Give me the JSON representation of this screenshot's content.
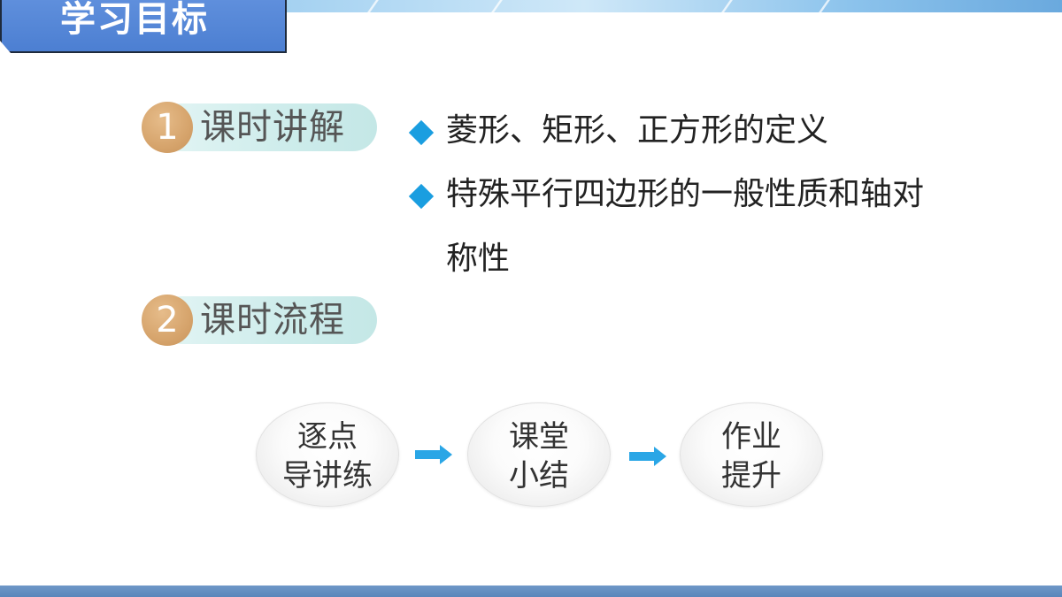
{
  "header": {
    "title": "学习目标"
  },
  "sections": [
    {
      "number": "1",
      "label": "课时讲解"
    },
    {
      "number": "2",
      "label": "课时流程"
    }
  ],
  "bullets": [
    {
      "text": "菱形、矩形、正方形的定义"
    },
    {
      "line1": "特殊平行四边形的一般性质和轴对",
      "line2": "称性"
    }
  ],
  "flow": [
    {
      "line1": "逐点",
      "line2": "导讲练"
    },
    {
      "line1": "课堂",
      "line2": "小结"
    },
    {
      "line1": "作业",
      "line2": "提升"
    }
  ],
  "colors": {
    "title_tab": "#4c7fd2",
    "number_circle": "#d6a46c",
    "section_pill": "#cdeceb",
    "bullet_diamond": "#1a9ee0",
    "arrow": "#2aa6e6",
    "bottom_band": "#5a86bb"
  },
  "icons": [
    "diamond-bullet-icon",
    "right-arrow-icon"
  ]
}
